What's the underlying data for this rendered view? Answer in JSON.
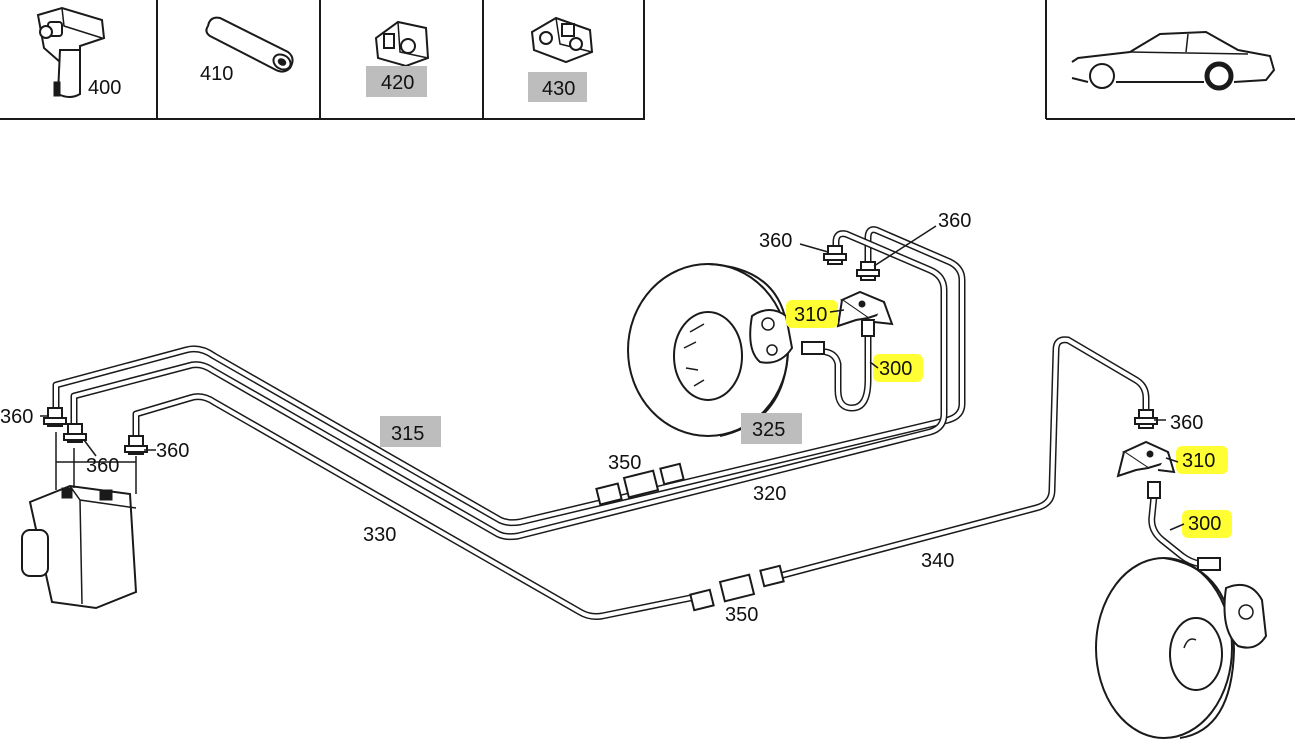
{
  "colors": {
    "background": "#ffffff",
    "ink": "#1a1a1a",
    "gray_box": "#bdbdbd",
    "highlight": "#ffff33"
  },
  "parts_strip": {
    "p400": "400",
    "p410": "410",
    "p420": "420",
    "p430": "430"
  },
  "callouts": {
    "c315": "315",
    "c325": "325",
    "c320": "320",
    "c330": "330",
    "c340": "340",
    "c350a": "350",
    "c350b": "350",
    "c360_topA": "360",
    "c360_topB": "360",
    "c360_leftA": "360",
    "c360_leftB": "360",
    "c360_leftC": "360",
    "c360_right": "360",
    "c310_front": "310",
    "c300_front": "300",
    "c310_rear": "310",
    "c300_rear": "300"
  }
}
